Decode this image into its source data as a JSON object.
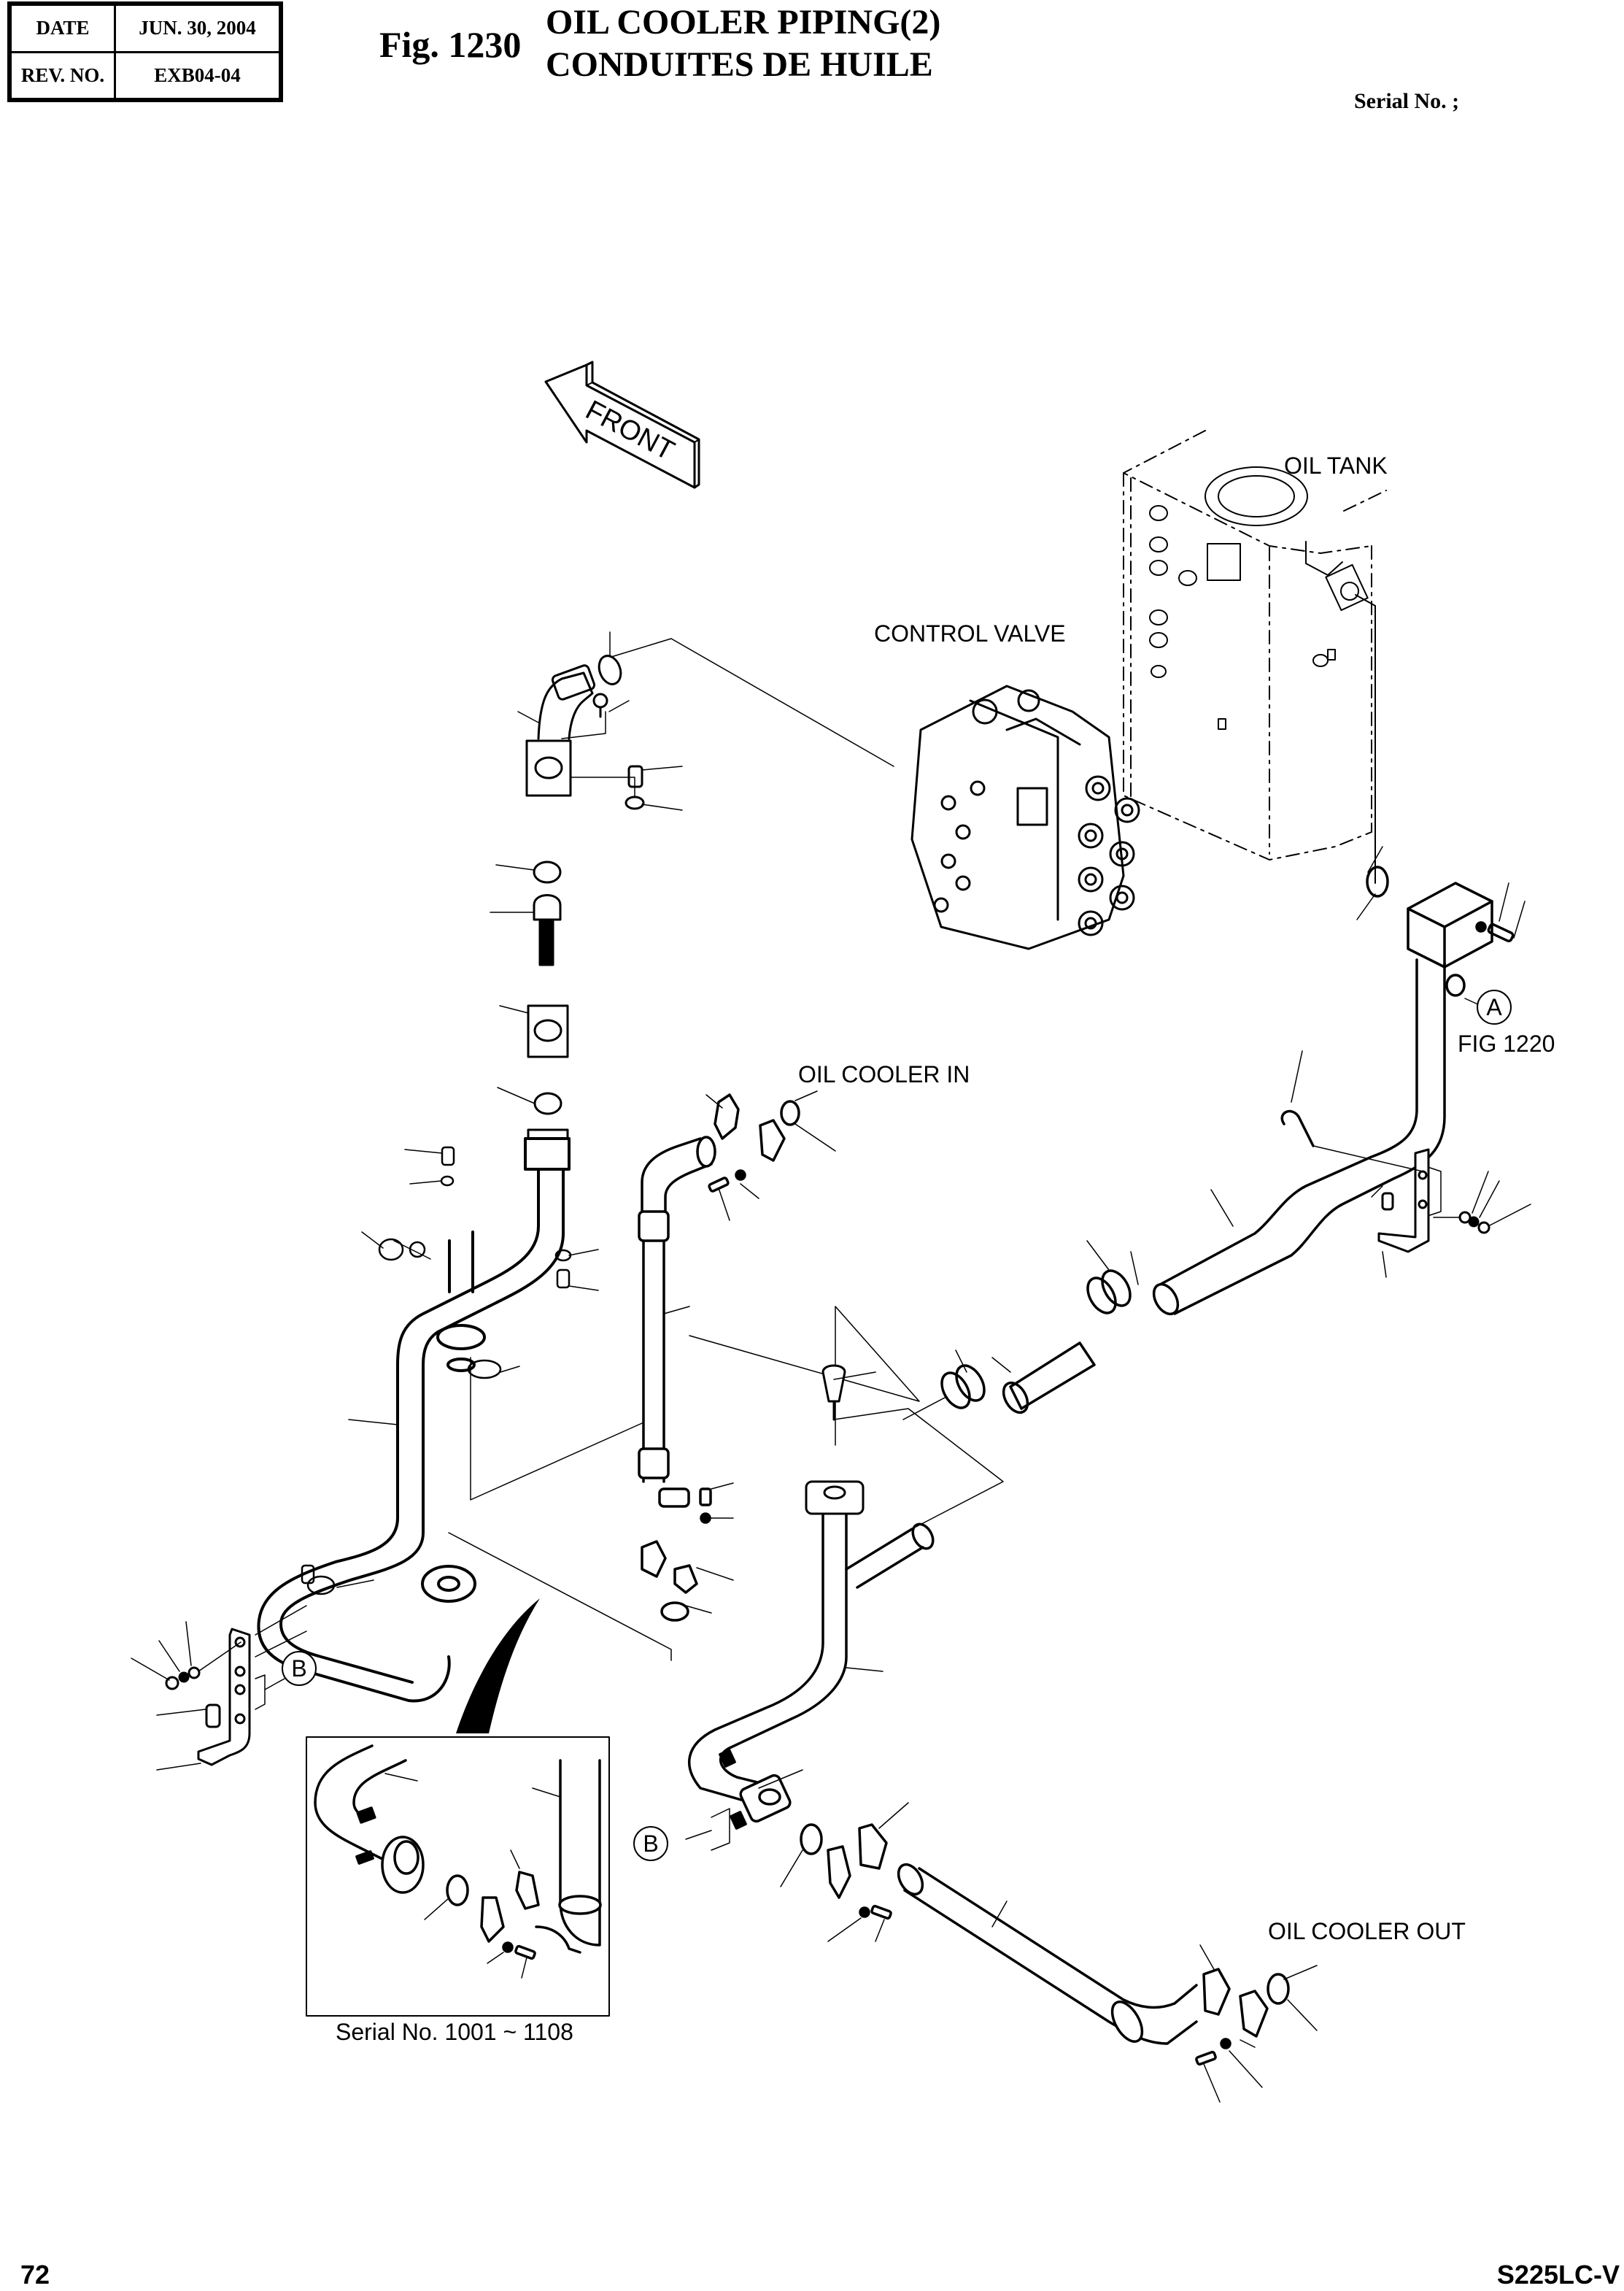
{
  "header": {
    "date_label": "DATE",
    "date_value": "JUN. 30, 2004",
    "rev_label": "REV. NO.",
    "rev_value": "EXB04-04",
    "figure_number": "Fig. 1230",
    "title_en": "OIL COOLER PIPING(2)",
    "title_fr": "CONDUITES DE HUILE",
    "serial": "Serial No. ;"
  },
  "diagram": {
    "front_arrow": "FRONT",
    "labels": {
      "oil_tank": "OIL TANK",
      "control_valve": "CONTROL VALVE",
      "oil_cooler_in": "OIL COOLER IN",
      "oil_cooler_out": "OIL COOLER OUT",
      "fig_ref": "FIG 1220",
      "inset_serial": "Serial No. 1001 ~ 1108"
    },
    "callouts": {
      "a": "A",
      "b_left": "B",
      "b_bottom": "B"
    }
  },
  "footer": {
    "page_number": "72",
    "model": "S225LC-V"
  }
}
